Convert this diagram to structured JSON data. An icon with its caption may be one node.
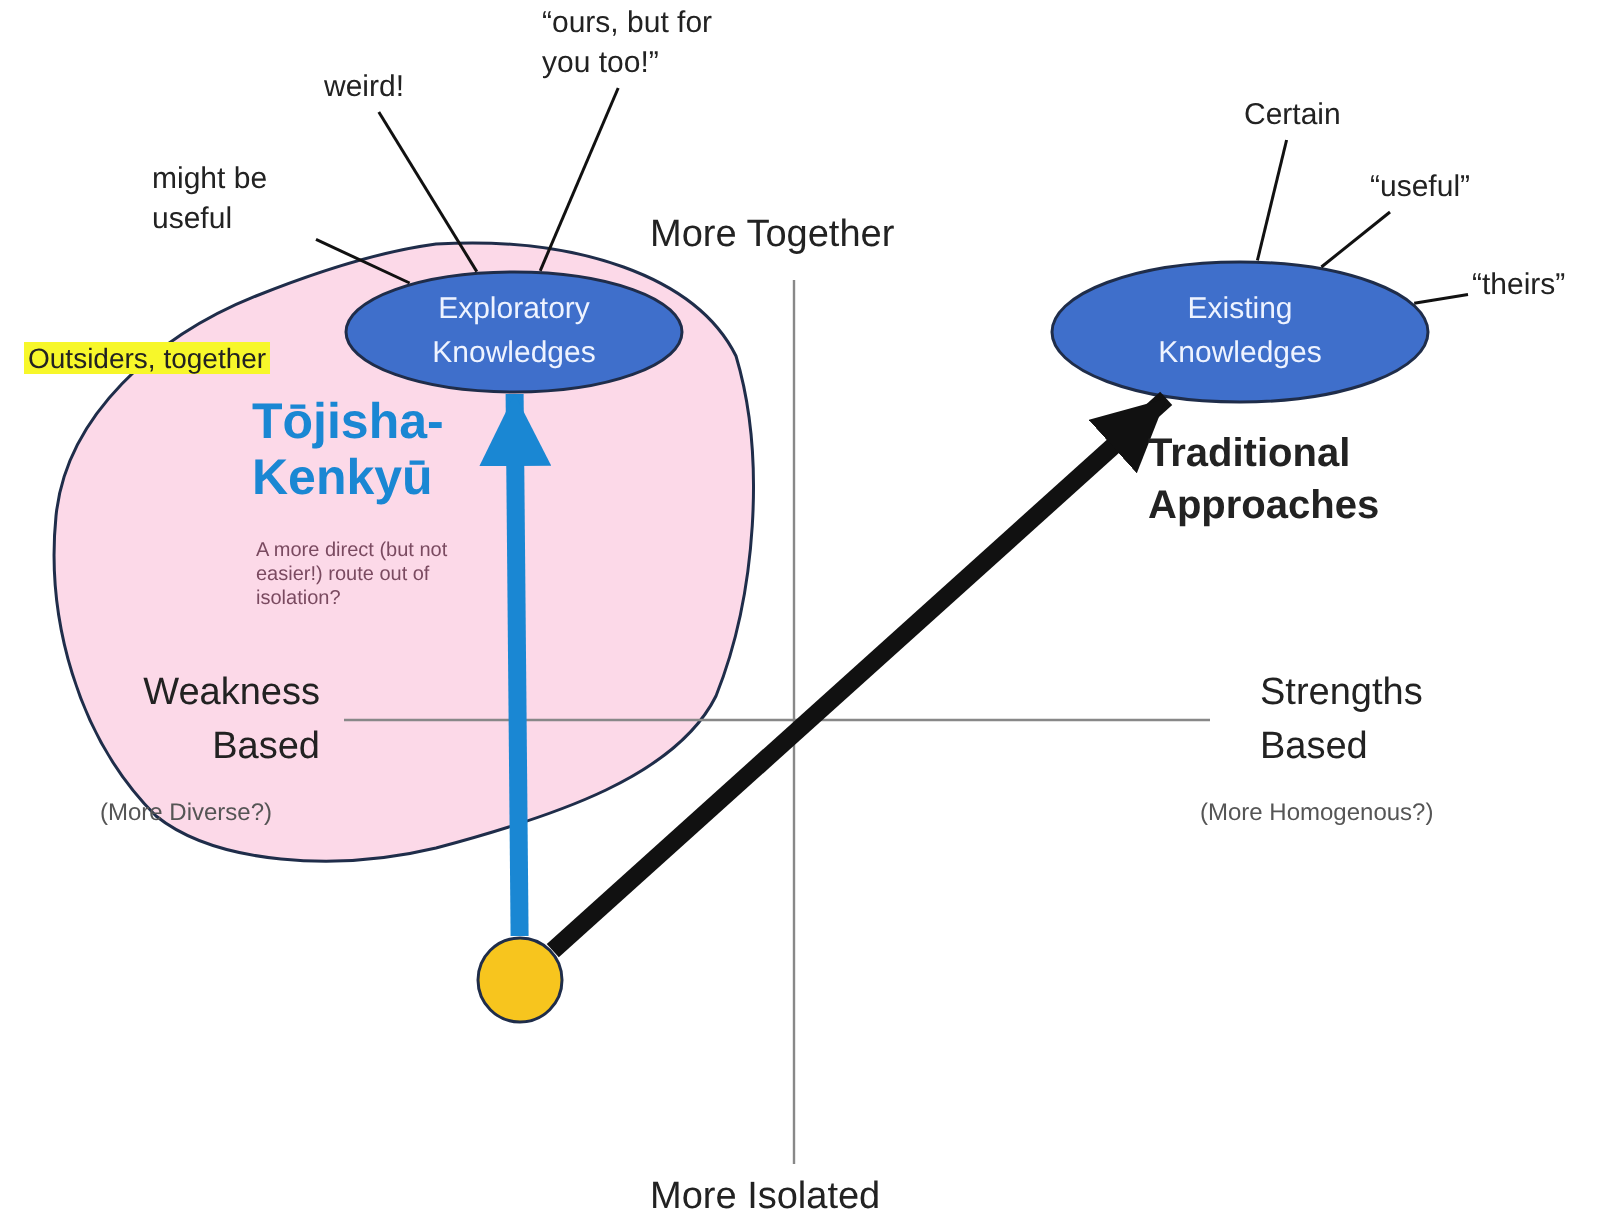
{
  "diagram": {
    "nodes": [
      {
        "text": [
          "Tōjisha-Kenkyū",
          "A more direct (but not easier!) route out of isolation?"
        ]
      },
      {
        "text": [
          "Exploratory Knowledges"
        ],
        "in": 0
      },
      {
        "text": [
          "Existing Knowledges"
        ]
      },
      {
        "text": [],
        "shape": "circle"
      },
      {
        "text": [
          "might be useful"
        ]
      },
      {
        "text": [
          "weird!"
        ]
      },
      {
        "text": [
          "“ours, but for you too!”"
        ]
      },
      {
        "text": [
          "Certain"
        ]
      },
      {
        "text": [
          "“useful”"
        ]
      },
      {
        "text": [
          "“theirs”"
        ]
      }
    ],
    "edges": [
      {
        "from": 3,
        "to": 1,
        "arrow": "to",
        "style": "thick",
        "color": "#1a87d3"
      },
      {
        "from": 3,
        "to": 2,
        "arrow": "to",
        "style": "thick"
      },
      {
        "from": 4,
        "to": 1,
        "arrow": "none"
      },
      {
        "from": 5,
        "to": 1,
        "arrow": "none"
      },
      {
        "from": 6,
        "to": 1,
        "arrow": "none"
      },
      {
        "from": 7,
        "to": 2,
        "arrow": "none"
      },
      {
        "from": 8,
        "to": 2,
        "arrow": "none"
      },
      {
        "from": 9,
        "to": 2,
        "arrow": "none"
      }
    ],
    "labels": [
      "More Together",
      "Outsiders, together",
      "Traditional Approaches",
      "Weakness Based",
      "Strengths Based",
      "(More Diverse?)",
      "(More Homogenous?)",
      "More Isolated"
    ]
  }
}
